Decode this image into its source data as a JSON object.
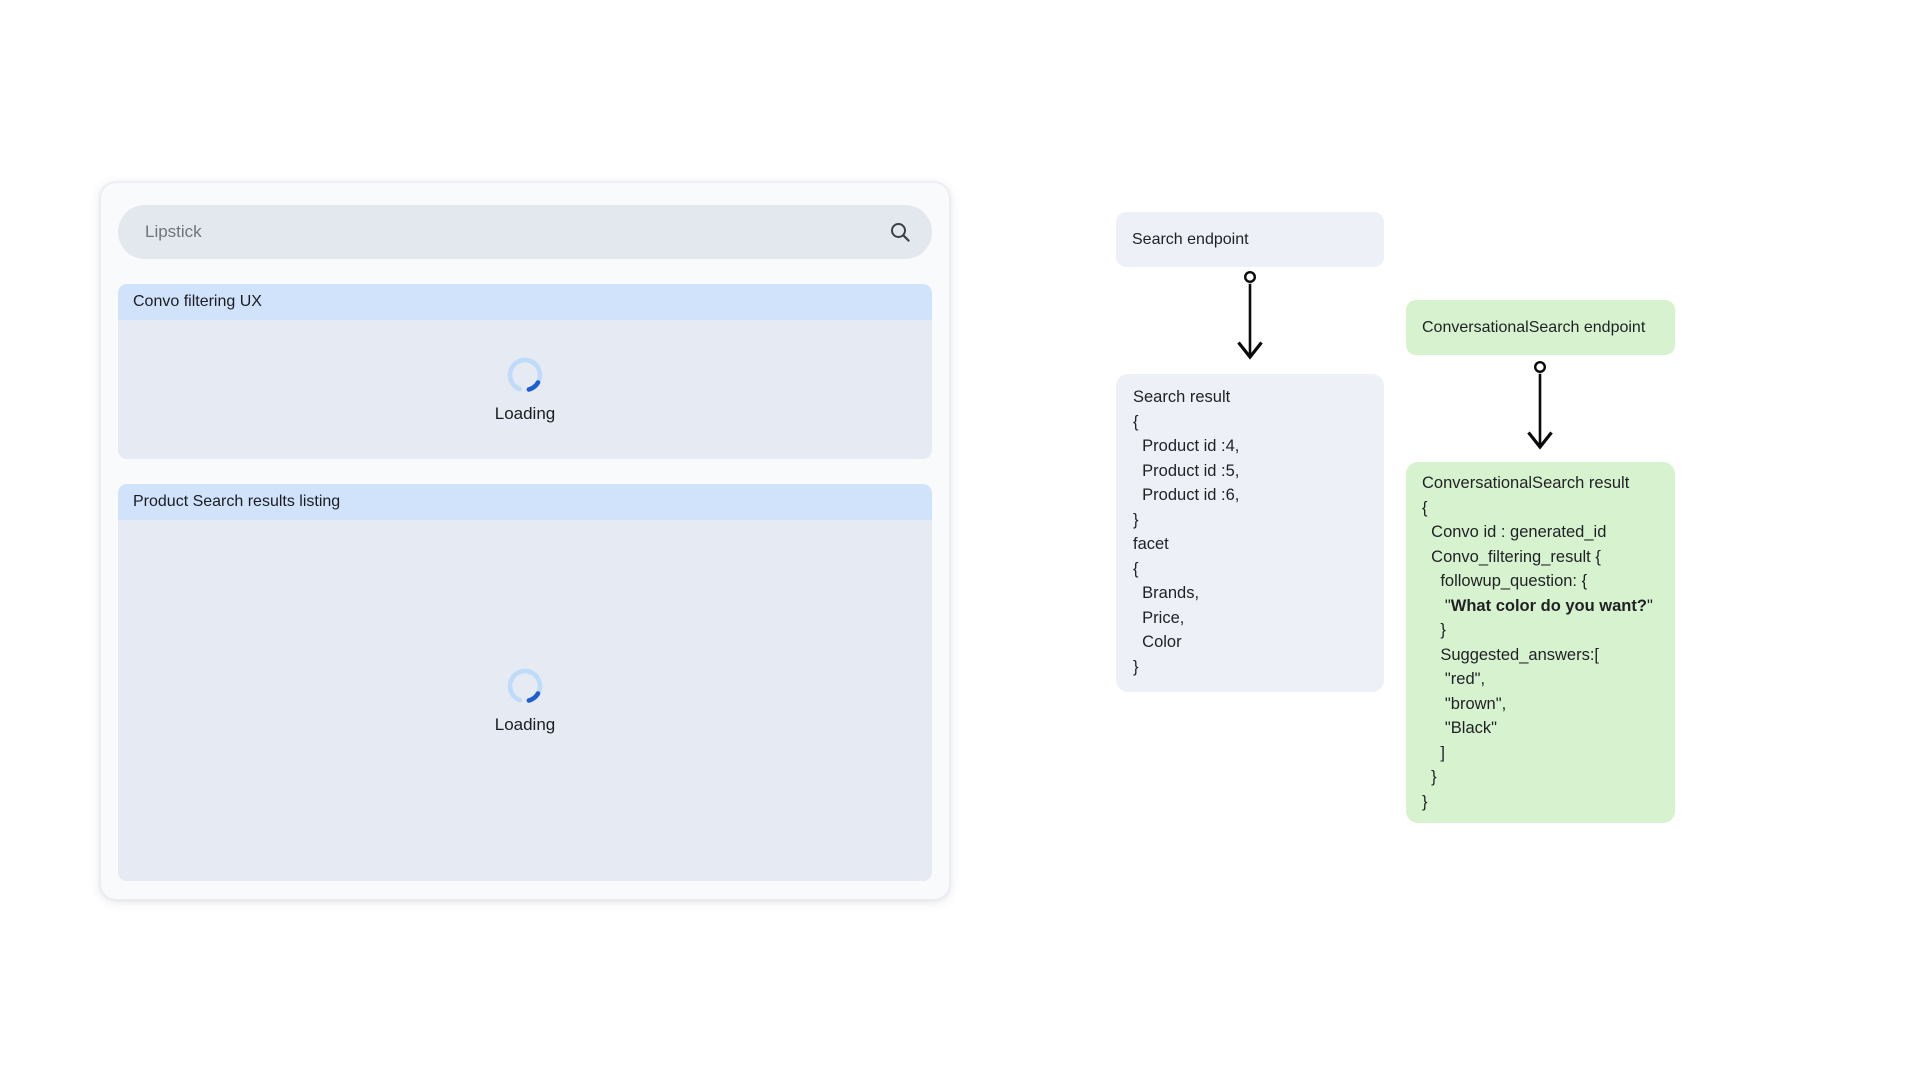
{
  "colors": {
    "page_bg": "#ffffff",
    "panel_bg": "#f8fafc",
    "search_pill_bg": "#e3e8ef",
    "section_header_bg": "#d1e2fb",
    "section_body_bg": "#e6eaf2",
    "gray_box_bg": "#edf0f6",
    "green_box_bg": "#d7f2cf",
    "spinner_track": "#bedcf9",
    "spinner_arc": "#1c5fd0",
    "arrow_color": "#0a0a0a",
    "text_primary": "#1f2125",
    "search_placeholder_color": "#70757a"
  },
  "icons": {
    "search": "magnifier",
    "loading": "circular-spinner",
    "connector": "circle-tail-arrow-down"
  },
  "mockup": {
    "search_bar": {
      "placeholder": "Lipstick"
    },
    "sections": [
      {
        "title": "Convo filtering UX",
        "loading_label": "Loading"
      },
      {
        "title": "Product Search results listing",
        "loading_label": "Loading"
      }
    ]
  },
  "diagram": {
    "search_flow": {
      "endpoint_label": "Search endpoint",
      "result_title": "Search result",
      "result_lines": [
        "{",
        "  Product id :4,",
        "  Product id :5,",
        "  Product id :6,",
        "}",
        "facet",
        "{",
        "  Brands,",
        "  Price,",
        "  Color",
        "}"
      ]
    },
    "convo_flow": {
      "endpoint_label": "ConversationalSearch endpoint",
      "result_title": "ConversationalSearch result",
      "body_pre": "{\n  Convo id : generated_id\n  Convo_filtering_result {\n    followup_question: {\n     \"",
      "followup_question": "What color do you want?",
      "body_post": "\"\n    }\n    Suggested_answers:[\n     \"red\",\n     \"brown\",\n     \"Black\"\n    ]\n  }\n}"
    }
  }
}
